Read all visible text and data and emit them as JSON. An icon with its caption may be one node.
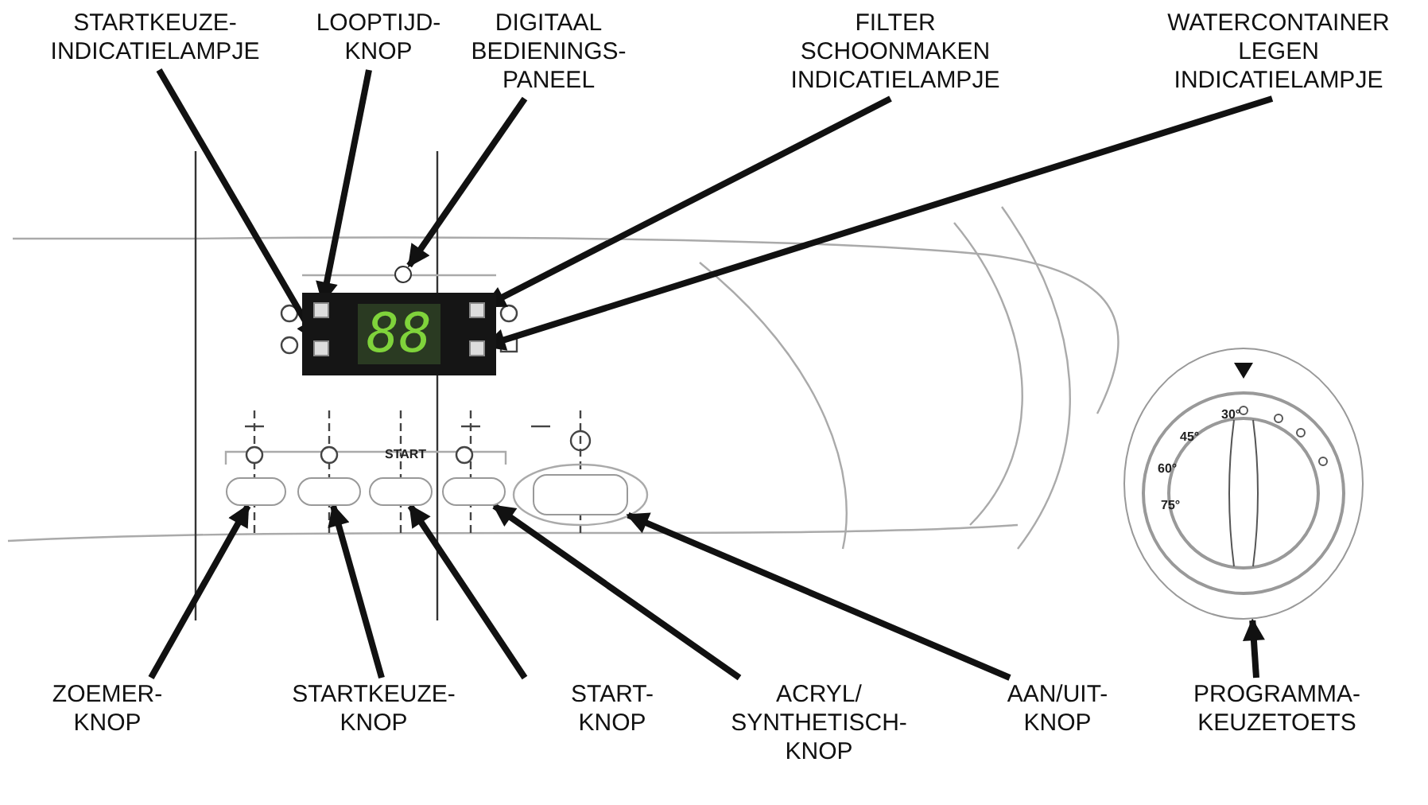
{
  "diagram": {
    "nodes": [
      {
        "text": [
          "STARTKEUZE- INDICATIELAMPJE"
        ]
      },
      {
        "text": [
          "LOOPTIJD- KNOP"
        ]
      },
      {
        "text": [
          "DIGITAAL BEDIENINGS- PANEEL"
        ]
      },
      {
        "text": [
          "FILTER SCHOONMAKEN INDICATIELAMPJE"
        ]
      },
      {
        "text": [
          "WATERCONTAINER LEGEN INDICATIELAMPJE"
        ]
      },
      {
        "text": [
          "ZOEMER- KNOP"
        ]
      },
      {
        "text": [
          "STARTKEUZE- KNOP"
        ]
      },
      {
        "text": [
          "START- KNOP"
        ]
      },
      {
        "text": [
          "ACRYL/ SYNTHETISCH- KNOP"
        ]
      },
      {
        "text": [
          "AAN/UIT- KNOP"
        ]
      },
      {
        "text": [
          "PROGRAMMA- KEUZETOETS"
        ]
      },
      {
        "text": [],
        "shape": "box",
        "in": 14
      },
      {
        "text": [],
        "shape": "box",
        "in": 14
      },
      {
        "text": [],
        "shape": "circle"
      },
      {
        "text": [
          "88"
        ]
      },
      {
        "text": [],
        "shape": "box",
        "in": 14
      },
      {
        "text": [],
        "shape": "box",
        "in": 14
      },
      {
        "text": [],
        "shape": "box"
      },
      {
        "text": [],
        "shape": "box"
      },
      {
        "text": [],
        "shape": "box"
      },
      {
        "text": [],
        "shape": "box"
      },
      {
        "text": [],
        "shape": "box"
      },
      {
        "text": [],
        "shape": "circle"
      }
    ],
    "edges": [
      {
        "from": 0,
        "to": 11,
        "arrow": "to"
      },
      {
        "from": 1,
        "to": 12,
        "arrow": "to"
      },
      {
        "from": 2,
        "to": 13,
        "arrow": "to"
      },
      {
        "from": 3,
        "to": 15,
        "arrow": "to"
      },
      {
        "from": 4,
        "to": 16,
        "arrow": "to"
      },
      {
        "from": 5,
        "to": 17,
        "arrow": "to"
      },
      {
        "from": 6,
        "to": 18,
        "arrow": "to"
      },
      {
        "from": 7,
        "to": 19,
        "arrow": "to"
      },
      {
        "from": 8,
        "to": 20,
        "arrow": "to"
      },
      {
        "from": 9,
        "to": 21,
        "arrow": "to"
      },
      {
        "from": 10,
        "to": 22,
        "arrow": "to"
      }
    ],
    "labels": [
      "START",
      "30°",
      "45°",
      "60°",
      "75°"
    ]
  }
}
